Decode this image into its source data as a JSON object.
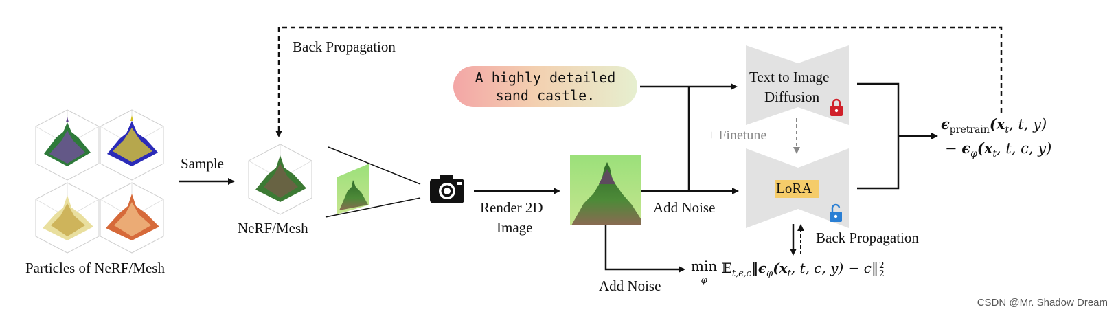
{
  "labels": {
    "back_propagation_top": "Back Propagation",
    "sample": "Sample",
    "nerf_mesh": "NeRF/Mesh",
    "particles": "Particles of NeRF/Mesh",
    "render_2d_line1": "Render 2D",
    "render_2d_line2": "Image",
    "add_noise_upper": "Add Noise",
    "add_noise_lower": "Add Noise",
    "finetune": "+ Finetune",
    "t2i_line1": "Text to Image",
    "t2i_line2": "Diffusion",
    "lora": "LoRA",
    "back_propagation_right": "Back Propagation"
  },
  "prompt": {
    "line1": "A highly detailed",
    "line2": "sand castle."
  },
  "equations": {
    "eps_pretrain_sub": "pretrain",
    "eps_args_1": "(x",
    "eps_args_1_sub": "t",
    "eps_args_1_rest": ", t, y)",
    "minus": "−",
    "eps_phi_sub": "φ",
    "eps_args_2": "(x",
    "eps_args_2_sub": "t",
    "eps_args_2_rest": ", t, c, y)",
    "loss_min": "min",
    "loss_min_sub": "φ",
    "loss_E": "𝔼",
    "loss_E_sub": "t,ϵ,c",
    "loss_body": "‖ϵ",
    "loss_body_sub": "φ",
    "loss_body_rest": "(x",
    "loss_xt_sub": "t",
    "loss_tail": ", t, c, y) − ϵ‖",
    "loss_sq": "2",
    "loss_norm_sub": "2"
  },
  "watermark": "CSDN @Mr. Shadow Dream",
  "colors": {
    "lock_closed": "#d0202a",
    "lock_open": "#2a7fd4",
    "lora_highlight": "#f5cc6a",
    "diffusion_block": "#e2e2e2",
    "cube_edges": "#c8c8c8"
  },
  "icons": [
    "camera-icon",
    "lock-closed-icon",
    "lock-open-icon"
  ]
}
